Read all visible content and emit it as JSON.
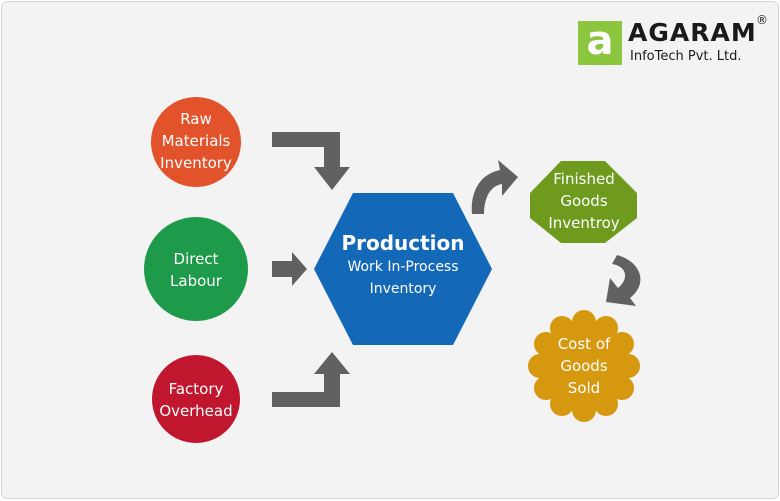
{
  "logo": {
    "mark": "a",
    "name": "AGARAM",
    "registered": "®",
    "subtitle": "InfoTech Pvt. Ltd."
  },
  "nodes": {
    "raw_materials": {
      "lines": [
        "Raw",
        "Materials",
        "Inventory"
      ],
      "color": "#e2532b"
    },
    "direct_labour": {
      "lines": [
        "Direct",
        "Labour"
      ],
      "color": "#1d9a4a"
    },
    "factory_overhead": {
      "lines": [
        "Factory",
        "Overhead"
      ],
      "color": "#c0172f"
    },
    "production": {
      "title": "Production",
      "lines": [
        "Work In-Process",
        "Inventory"
      ],
      "color": "#1468b8"
    },
    "finished_goods": {
      "lines": [
        "Finished",
        "Goods",
        "Inventroy"
      ],
      "color": "#6e9a1d"
    },
    "cost_of_goods": {
      "lines": [
        "Cost of",
        "Goods",
        "Sold"
      ],
      "color": "#d6980e"
    }
  },
  "colors": {
    "background": "#f3f3f3",
    "arrow": "#616161"
  }
}
